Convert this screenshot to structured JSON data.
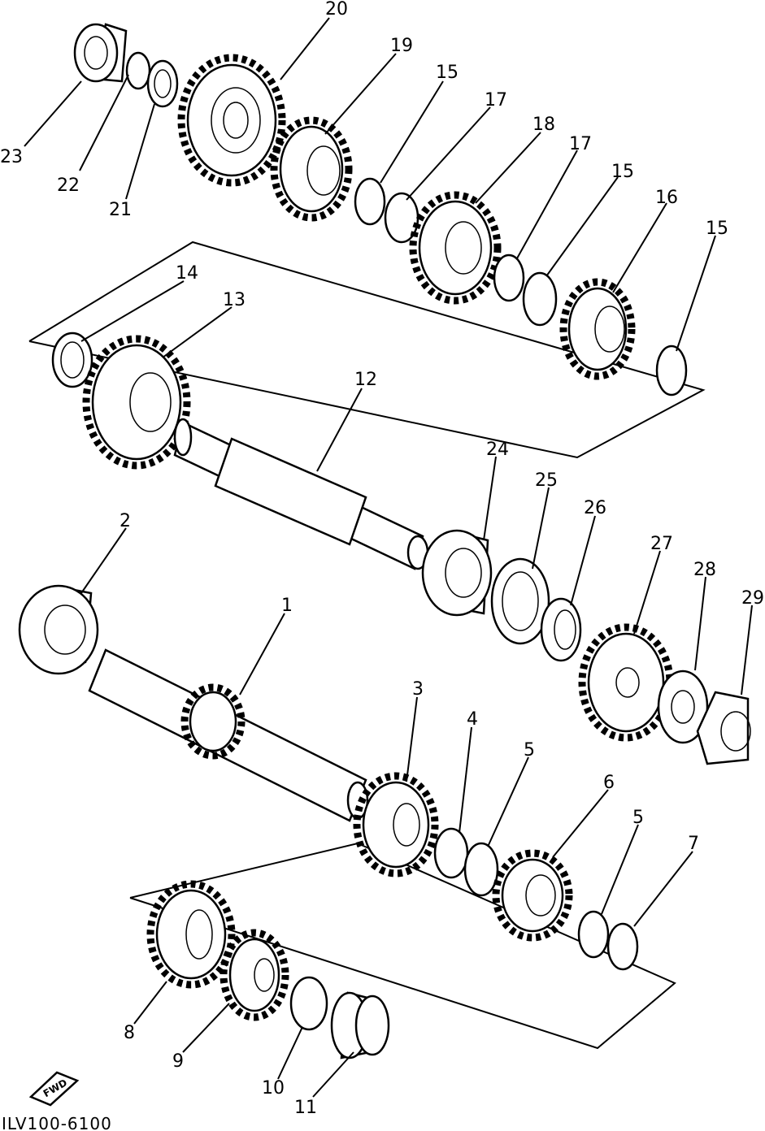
{
  "diagram": {
    "drawing_code": "ILV100-6100",
    "direction_mark": "FWD",
    "parts": [
      {
        "key": "p1",
        "label": "1"
      },
      {
        "key": "p2",
        "label": "2"
      },
      {
        "key": "p3",
        "label": "3"
      },
      {
        "key": "p4",
        "label": "4"
      },
      {
        "key": "p5a",
        "label": "5"
      },
      {
        "key": "p5b",
        "label": "5"
      },
      {
        "key": "p6",
        "label": "6"
      },
      {
        "key": "p7",
        "label": "7"
      },
      {
        "key": "p8",
        "label": "8"
      },
      {
        "key": "p9",
        "label": "9"
      },
      {
        "key": "p10",
        "label": "10"
      },
      {
        "key": "p11",
        "label": "11"
      },
      {
        "key": "p12",
        "label": "12"
      },
      {
        "key": "p13",
        "label": "13"
      },
      {
        "key": "p14",
        "label": "14"
      },
      {
        "key": "p15a",
        "label": "15"
      },
      {
        "key": "p15b",
        "label": "15"
      },
      {
        "key": "p15c",
        "label": "15"
      },
      {
        "key": "p16",
        "label": "16"
      },
      {
        "key": "p17a",
        "label": "17"
      },
      {
        "key": "p17b",
        "label": "17"
      },
      {
        "key": "p18",
        "label": "18"
      },
      {
        "key": "p19",
        "label": "19"
      },
      {
        "key": "p20",
        "label": "20"
      },
      {
        "key": "p21",
        "label": "21"
      },
      {
        "key": "p22",
        "label": "22"
      },
      {
        "key": "p23",
        "label": "23"
      },
      {
        "key": "p24",
        "label": "24"
      },
      {
        "key": "p25",
        "label": "25"
      },
      {
        "key": "p26",
        "label": "26"
      },
      {
        "key": "p27",
        "label": "27"
      },
      {
        "key": "p28",
        "label": "28"
      },
      {
        "key": "p29",
        "label": "29"
      }
    ]
  }
}
